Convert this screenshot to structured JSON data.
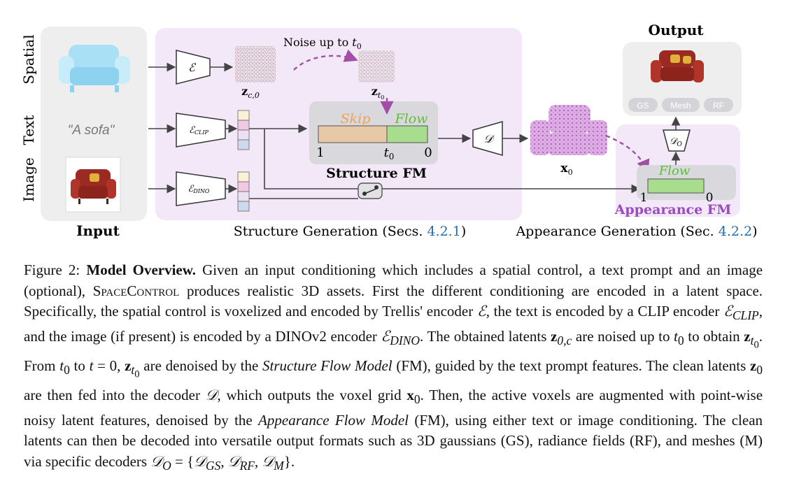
{
  "rows": {
    "spatial": "Spatial",
    "text": "Text",
    "image": "Image"
  },
  "input": {
    "prompt": "\"A sofa\"",
    "label": "Input"
  },
  "encoders": {
    "e": "ℰ",
    "clip": "ℰ",
    "clip_sub": "CLIP",
    "dino": "ℰ",
    "dino_sub": "DINO"
  },
  "structure": {
    "noise_label": "Noise up to ",
    "noise_t": "t",
    "noise_sub": "0",
    "z_c0": "z",
    "z_c0_sub": "c,0",
    "z_t0": "z",
    "z_t0_sub": "t",
    "z_t0_subsub": "0",
    "skip": "Skip",
    "flow": "Flow",
    "tick_1": "1",
    "tick_t0": "t",
    "tick_t0_sub": "0",
    "tick_0": "0",
    "title": "Structure FM",
    "section_label": "Structure Generation (Secs. ",
    "section_ref": "4.2.1",
    "section_close": ")"
  },
  "decoder": {
    "d": "𝒟",
    "x0": "x",
    "x0_sub": "0"
  },
  "appearance": {
    "output_label": "Output",
    "formats": [
      "GS",
      "Mesh",
      "RF"
    ],
    "decoder_do": "𝒟",
    "decoder_do_sub": "O",
    "flow": "Flow",
    "tick_1": "1",
    "tick_0": "0",
    "title": "Appearance FM",
    "section_label": "Appearance Generation (Sec. ",
    "section_ref": "4.2.2",
    "section_close": ")"
  },
  "colors": {
    "panel_gray": "#eeeeee",
    "panel_lavender": "#f3e8f8",
    "skip_fill": "#e8c9a6",
    "flow_fill": "#a9dd8e",
    "skip_text": "#f5a04c",
    "flow_text": "#5fbf3a",
    "appearance_text": "#9a4bbf",
    "arrow_purple": "#a24ea8",
    "link_blue": "#2b6cb0"
  },
  "caption": {
    "fig": "Figure 2:",
    "title": "Model Overview.",
    "s1": "Given an input conditioning which includes a spatial control, a text prompt and an image (optional),",
    "name_a": "Space",
    "name_b": "Control",
    "s2": "produces realistic 3D assets. First the different conditioning are encoded in a latent space. Specifically, the spatial control is voxelized and encoded by Trellis' encoder",
    "s3": ", the text is encoded by a CLIP encoder",
    "s4": ", and the image (if present) is encoded by a DINOv2 encoder",
    "s5": ". The obtained latents",
    "s6": "are noised up to",
    "s7": "to obtain",
    "s8": ". From",
    "s9": "to",
    "s10": "are denoised by the",
    "sfm": "Structure Flow Model",
    "s11": "(FM), guided by the text prompt features. The clean latents",
    "s12": "are then fed into the decoder",
    "s13": ", which outputs the voxel grid",
    "s14": ". Then, the active voxels are augmented with point-wise noisy latent features, denoised by the",
    "afm": "Appearance Flow Model",
    "s15": "(FM), using either text or image conditioning. The clean latents can then be decoded into versatile output formats such as 3D gaussians (GS), radiance fields (RF), and meshes (M) via specific decoders"
  }
}
